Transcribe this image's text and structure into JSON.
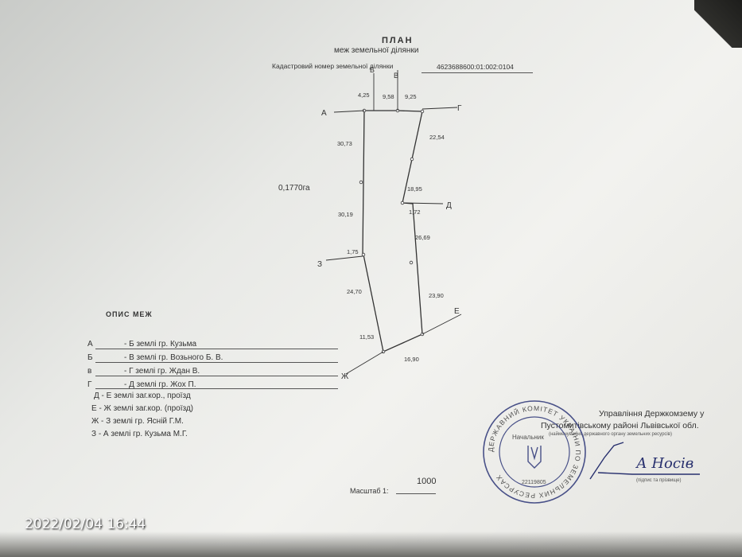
{
  "document": {
    "title": "ПЛАН",
    "subtitle": "меж земельної ділянки",
    "cadastral_label": "Кадастровий номер земельної ділянки",
    "cadastral_number": "4623688600:01:002:0104",
    "area": "0,1770га"
  },
  "plot": {
    "points": [
      "А",
      "Б",
      "В",
      "Г",
      "Д",
      "Е",
      "Ж",
      "З"
    ],
    "top_measures": [
      "4,25",
      "9,58",
      "9,25"
    ],
    "side_measures": [
      "30,73",
      "22,54",
      "18,95",
      "1,72",
      "30,19",
      "1,75",
      "26,69",
      "24,70",
      "23,90",
      "11,53",
      "16,90"
    ]
  },
  "legend": {
    "title": "ОПИС МЕЖ",
    "rows": [
      {
        "key": "А",
        "text": "- Б  землі гр. Кузьма"
      },
      {
        "key": "Б",
        "text": "- В  землі гр. Возьного Б. В."
      },
      {
        "key": "в",
        "text": "- Г  землі гр. Ждан В."
      },
      {
        "key": "Г",
        "text": "- Д  землі гр. Жох П."
      },
      {
        "key": "",
        "text": "Д - Е  землі заг.кор., проїзд"
      },
      {
        "key": "",
        "text": "Е - Ж  землі заг.кор. (проїзд)"
      },
      {
        "key": "",
        "text": "Ж - З  землі гр. Ясній Г.М."
      },
      {
        "key": "",
        "text": "З - А  землі гр. Кузьма М.Г."
      }
    ]
  },
  "authority": {
    "line1": "Управління Держкомзему у",
    "line2": "Пустомитівському районі Львівської обл.",
    "note": "(найменування державного органу земельних ресурсів)",
    "head_label": "Начальник",
    "signature": "А Носів",
    "signature_note": "(підпис та прізвище)",
    "stamp_text": "ДЕРЖАВНИЙ КОМІТЕТ УКРАЇНИ ПО ЗЕМЕЛЬНИХ РЕСУРСАХ",
    "stamp_code": "22119805"
  },
  "scale": {
    "label": "Масштаб  1:",
    "value": "1000"
  },
  "camera": {
    "timestamp": "2022/02/04 16:44"
  },
  "colors": {
    "paper": "#f0f0ed",
    "ink": "#333333",
    "stamp": "#2b3577",
    "timestamp": "#ffffff"
  }
}
